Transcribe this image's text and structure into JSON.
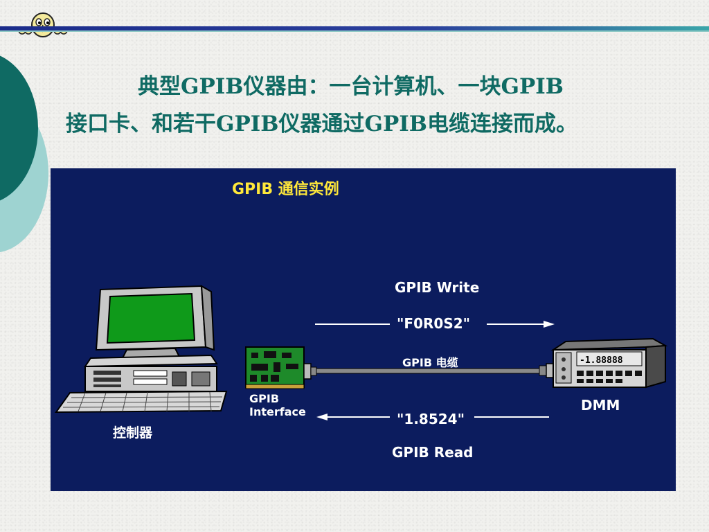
{
  "slide": {
    "title_line1": "典型GPIB仪器由：一台计算机、一块GPIB",
    "title_line2": "接口卡、和若干GPIB仪器通过GPIB电缆连接而成。"
  },
  "diagram": {
    "panel_title": "GPIB 通信实例",
    "write_label": "GPIB Write",
    "write_string": "\"F0R0S2\"",
    "cable_label": "GPIB 电缆",
    "interface_line1": "GPIB",
    "interface_line2": "Interface",
    "read_string": "\"1.8524\"",
    "read_label": "GPIB Read",
    "controller_label": "控制器",
    "dmm_label": "DMM",
    "dmm_display": "-1.88888"
  },
  "colors": {
    "title_text": "#0f6a63",
    "panel_bg": "#0c1c5e",
    "panel_title": "#ffe83a",
    "monitor_screen": "#0f9a1a",
    "deco_teal": "#0f6a63"
  }
}
